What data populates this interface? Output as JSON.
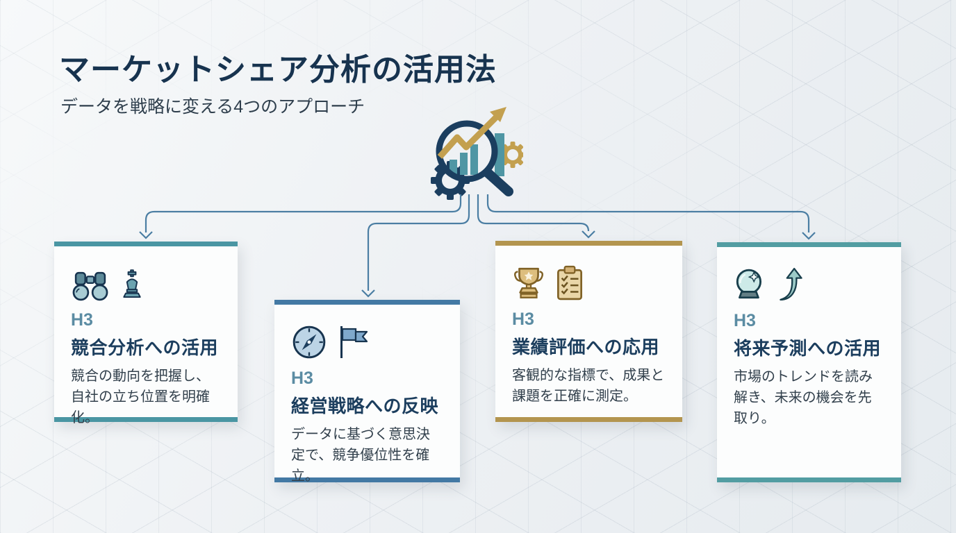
{
  "page": {
    "title": "マーケットシェア分析の活用法",
    "subtitle": "データを戦略に変える4つのアプローチ"
  },
  "center": {
    "icon": "market-analysis-magnifier-chart-gears-icon"
  },
  "connectors": {
    "color": "#4b7ea3",
    "count": 4,
    "style": "elbow-arrows-from-center-icon-to-cards"
  },
  "cards": [
    {
      "heading_label": "H3",
      "title": "競合分析への活用",
      "body": "競合の動向を把握し、自社の立ち位置を明確化。",
      "accent_color": "#4a96a3",
      "icons": [
        "binoculars-icon",
        "chess-king-icon"
      ]
    },
    {
      "heading_label": "H3",
      "title": "経営戦略への反映",
      "body": "データに基づく意思決定で、競争優位性を確立。",
      "accent_color": "#4379a4",
      "icons": [
        "compass-icon",
        "strategy-flag-icon"
      ]
    },
    {
      "heading_label": "H3",
      "title": "業績評価への応用",
      "body": "客観的な指標で、成果と課題を正確に測定。",
      "accent_color": "#b3954f",
      "icons": [
        "trophy-icon",
        "checklist-clipboard-icon"
      ]
    },
    {
      "heading_label": "H3",
      "title": "将来予測への活用",
      "body": "市場のトレンドを読み解き、未来の機会を先取り。",
      "accent_color": "#529da2",
      "icons": [
        "crystal-ball-icon",
        "curved-up-arrow-icon"
      ]
    }
  ],
  "colors": {
    "background": "#eef1f4",
    "card_background": "#fcfdfd",
    "title_text": "#17334f",
    "subtitle_text": "#2e3e4c",
    "heading_label_text": "#5b8ca3",
    "card_title_text": "#1c3e5e",
    "card_body_text": "#32404c",
    "connector": "#4b7ea3",
    "accent_navy": "#1b3e5f",
    "accent_gold": "#c3a04f",
    "accent_teal": "#4f96a4"
  }
}
